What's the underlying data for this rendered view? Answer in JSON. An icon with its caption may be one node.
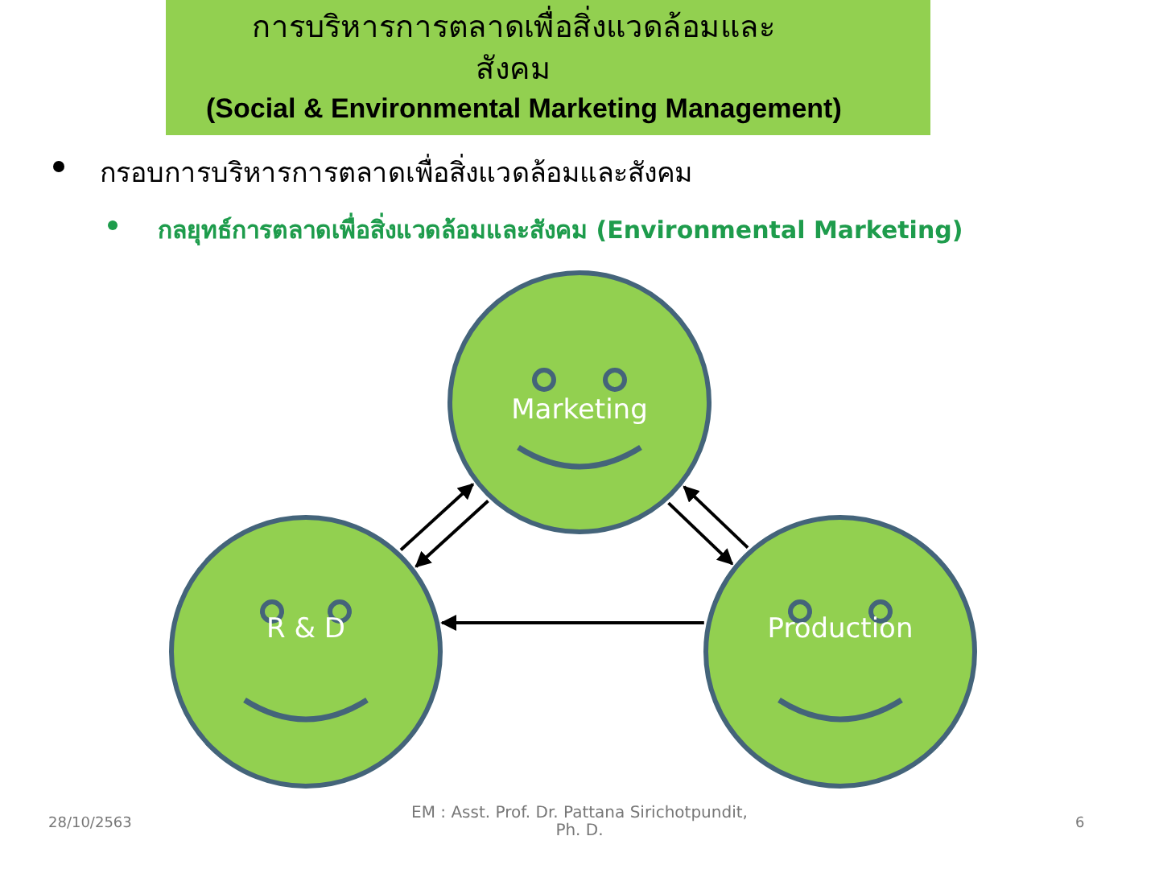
{
  "diagram": {
    "title": "การบริหารการตลาดเพื่อสิ่งแวดล้อมและสังคม",
    "nodes": [
      {
        "text": [
          "Marketing"
        ]
      },
      {
        "text": [
          "R & D"
        ]
      },
      {
        "text": [
          "Production"
        ]
      }
    ],
    "edges": [
      {
        "from": 0,
        "to": 1,
        "arrow": "to"
      },
      {
        "from": 1,
        "to": 0,
        "arrow": "to"
      },
      {
        "from": 2,
        "to": 0,
        "arrow": "to"
      },
      {
        "from": 0,
        "to": 2,
        "arrow": "to"
      },
      {
        "from": 2,
        "to": 1,
        "arrow": "to"
      }
    ],
    "labels": [
      "(Social & Environmental Marketing Management)",
      "กรอบการบริหารการตลาดเพื่อสิ่งแวดล้อมและสังคม",
      "กลยุทธ์การตลาดเพื่อสิ่งแวดล้อมและสังคม (Environmental Marketing)",
      "28/10/2563",
      "EM : Asst. Prof. Dr. Pattana Sirichotpundit, Ph. D.",
      "6"
    ]
  }
}
